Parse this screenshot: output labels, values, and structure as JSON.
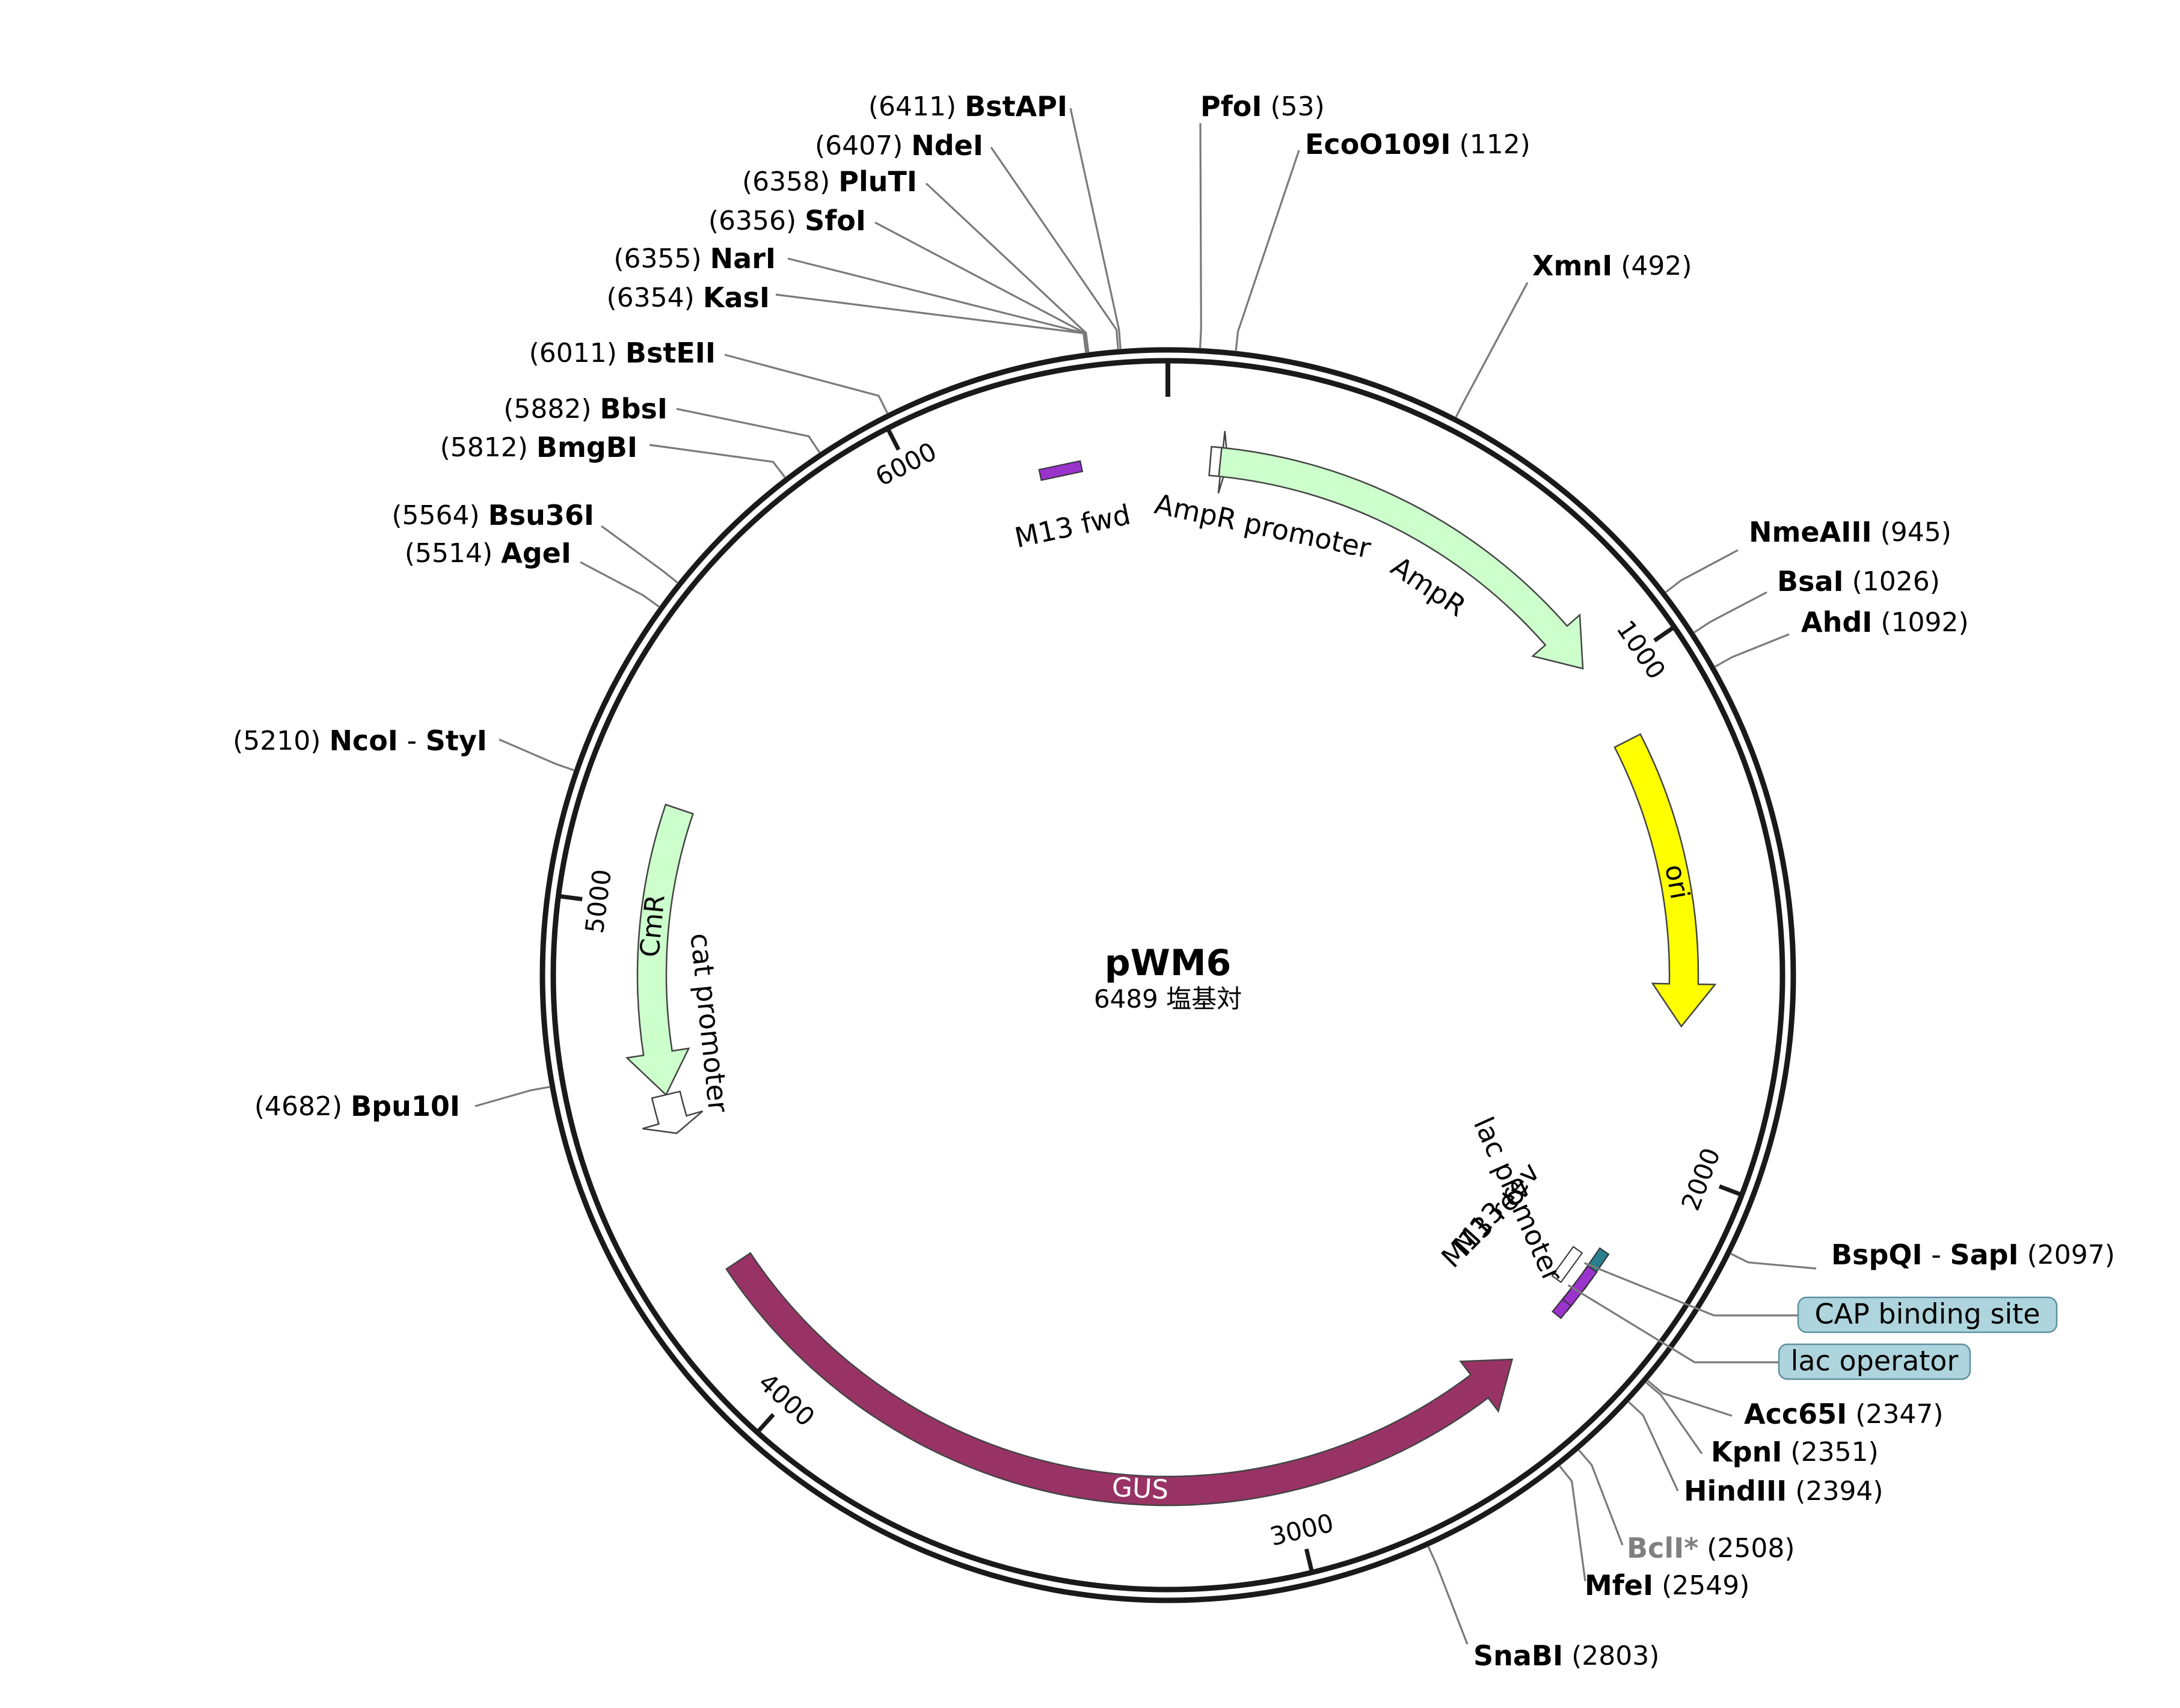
{
  "plasmid": {
    "name": "pWM6",
    "length": 6489,
    "length_label": "6489 塩基対"
  },
  "ticks": [
    {
      "pos": 1000,
      "label": "1000"
    },
    {
      "pos": 2000,
      "label": "2000"
    },
    {
      "pos": 3000,
      "label": "3000"
    },
    {
      "pos": 4000,
      "label": "4000"
    },
    {
      "pos": 5000,
      "label": "5000"
    },
    {
      "pos": 6000,
      "label": "6000"
    }
  ],
  "colors": {
    "backbone": "#1a1a1a",
    "light_green": "#ccffcc",
    "yellow": "#ffff00",
    "maroon": "#993366",
    "purple": "#9933cc",
    "teal": "#2a7f8f",
    "promoter": "#ffffff",
    "feature_box": "#aed4dd",
    "leader": "#7a7a7a"
  },
  "features": [
    {
      "id": "ampr",
      "name": "AmpR",
      "start": 105,
      "end": 965,
      "color": "#ccffcc",
      "arrow": true
    },
    {
      "id": "ampr-promoter",
      "name": "AmpR promoter",
      "start": 0,
      "end": 105,
      "color": "#ffffff",
      "arrow": true
    },
    {
      "id": "ori",
      "name": "ori",
      "start": 1135,
      "end": 1725,
      "color": "#ffff00",
      "arrow": true
    },
    {
      "id": "gus",
      "name": "GUS",
      "start": 2490,
      "end": 4260,
      "color": "#993366",
      "arrow": true
    },
    {
      "id": "cmr",
      "name": "CmR",
      "start": 4625,
      "end": 5205,
      "color": "#ccffcc",
      "arrow": true
    },
    {
      "id": "cat-promoter",
      "name": "cat promoter",
      "start": 4545,
      "end": 4625,
      "color": "#ffffff",
      "arrow": true
    }
  ],
  "small_features": [
    {
      "id": "m13-fwd",
      "name": "M13 fwd",
      "pos": 6273,
      "color": "#9933cc"
    },
    {
      "id": "m13-rev-1",
      "name": "M13 rev",
      "pos": 2322,
      "color": "#9933cc"
    },
    {
      "id": "m13-rev-2",
      "name": "M13 rev",
      "pos": 2290,
      "color": "#9933cc"
    },
    {
      "id": "lac-operator",
      "name": "lac operator",
      "pos": 2303,
      "color": "#2a7f8f"
    },
    {
      "id": "cap-site",
      "name": "CAP binding site",
      "pos": 2247,
      "color": "#2a7f8f"
    },
    {
      "id": "lac-promoter",
      "name": "lac promoter",
      "pos": 2270,
      "color": "#ffffff"
    }
  ],
  "sites": [
    {
      "name": "PfoI",
      "pos": "(53)",
      "side": "right"
    },
    {
      "name": "EcoO109I",
      "pos": "(112)",
      "side": "right"
    },
    {
      "name": "XmnI",
      "pos": "(492)",
      "side": "right"
    },
    {
      "name": "NmeAIII",
      "pos": "(945)",
      "side": "right"
    },
    {
      "name": "BsaI",
      "pos": "(1026)",
      "side": "right"
    },
    {
      "name": "AhdI",
      "pos": "(1092)",
      "side": "right"
    },
    {
      "name": "BspQI",
      "name2": "SapI",
      "pos": "(2097)",
      "side": "right"
    },
    {
      "name": "Acc65I",
      "pos": "(2347)",
      "side": "right"
    },
    {
      "name": "KpnI",
      "pos": "(2351)",
      "side": "right"
    },
    {
      "name": "HindIII",
      "pos": "(2394)",
      "side": "right"
    },
    {
      "name": "BclI*",
      "pos": "(2508)",
      "side": "right",
      "dim": true
    },
    {
      "name": "MfeI",
      "pos": "(2549)",
      "side": "right"
    },
    {
      "name": "SnaBI",
      "pos": "(2803)",
      "side": "right"
    },
    {
      "name": "Bpu10I",
      "pos": "(4682)",
      "side": "left"
    },
    {
      "name": "NcoI",
      "name2": "StyI",
      "pos": "(5210)",
      "side": "left"
    },
    {
      "name": "AgeI",
      "pos": "(5514)",
      "side": "left"
    },
    {
      "name": "Bsu36I",
      "pos": "(5564)",
      "side": "left"
    },
    {
      "name": "BmgBI",
      "pos": "(5812)",
      "side": "left"
    },
    {
      "name": "BbsI",
      "pos": "(5882)",
      "side": "left"
    },
    {
      "name": "BstEII",
      "pos": "(6011)",
      "side": "left"
    },
    {
      "name": "KasI",
      "pos": "(6354)",
      "side": "left"
    },
    {
      "name": "NarI",
      "pos": "(6355)",
      "side": "left"
    },
    {
      "name": "SfoI",
      "pos": "(6356)",
      "side": "left"
    },
    {
      "name": "PluTI",
      "pos": "(6358)",
      "side": "left"
    },
    {
      "name": "NdeI",
      "pos": "(6407)",
      "side": "left"
    },
    {
      "name": "BstAPI",
      "pos": "(6411)",
      "side": "left"
    }
  ],
  "boxed_labels": [
    {
      "id": "cap-box",
      "text": "CAP binding site"
    },
    {
      "id": "lacop-box",
      "text": "lac operator"
    }
  ]
}
